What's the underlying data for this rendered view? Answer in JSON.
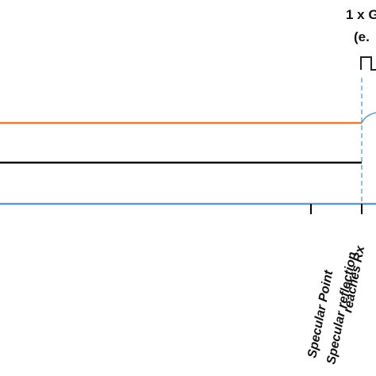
{
  "colors": {
    "orange_line": "#ed7d31",
    "black_line": "#000000",
    "blue_line": "#5b9bd5",
    "dashed_marker": "#5b9bd5",
    "tick": "#000000",
    "text": "#111111"
  },
  "header": {
    "line1": "1 x G",
    "line2": "(e."
  },
  "pulse_symbol": "⊓",
  "markers": {
    "specular_point": "Specular Point",
    "specular_reflection_line1": "Specular reflection",
    "specular_reflection_line2": "reaches Rx"
  }
}
